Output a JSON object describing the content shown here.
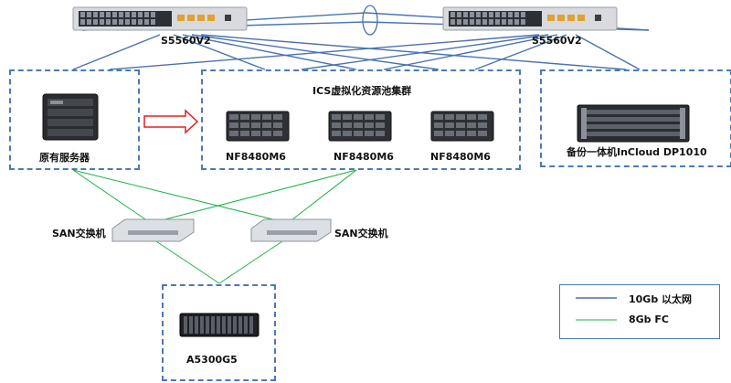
{
  "switches": {
    "left_label": "S5560V2",
    "right_label": "S5560V2"
  },
  "groups": {
    "legacy_server_label": "原有服务器",
    "ics_cluster_title": "ICS虚拟化资源池集群",
    "nodes": [
      "NF8480M6",
      "NF8480M6",
      "NF8480M6"
    ],
    "backup_label": "备份一体机InCloud DP1010"
  },
  "san": {
    "left_label": "SAN交换机",
    "right_label": "SAN交换机"
  },
  "storage": {
    "label": "A5300G5"
  },
  "legend": {
    "items": [
      {
        "label": "10Gb 以太网",
        "color": "#4a72b0"
      },
      {
        "label": "8Gb FC",
        "color": "#1fb24a"
      }
    ]
  },
  "colors": {
    "ethernet": "#4a72b0",
    "fc": "#1fb24a",
    "box_border": "#4a7ab8",
    "migration_arrow": "#e02020"
  }
}
